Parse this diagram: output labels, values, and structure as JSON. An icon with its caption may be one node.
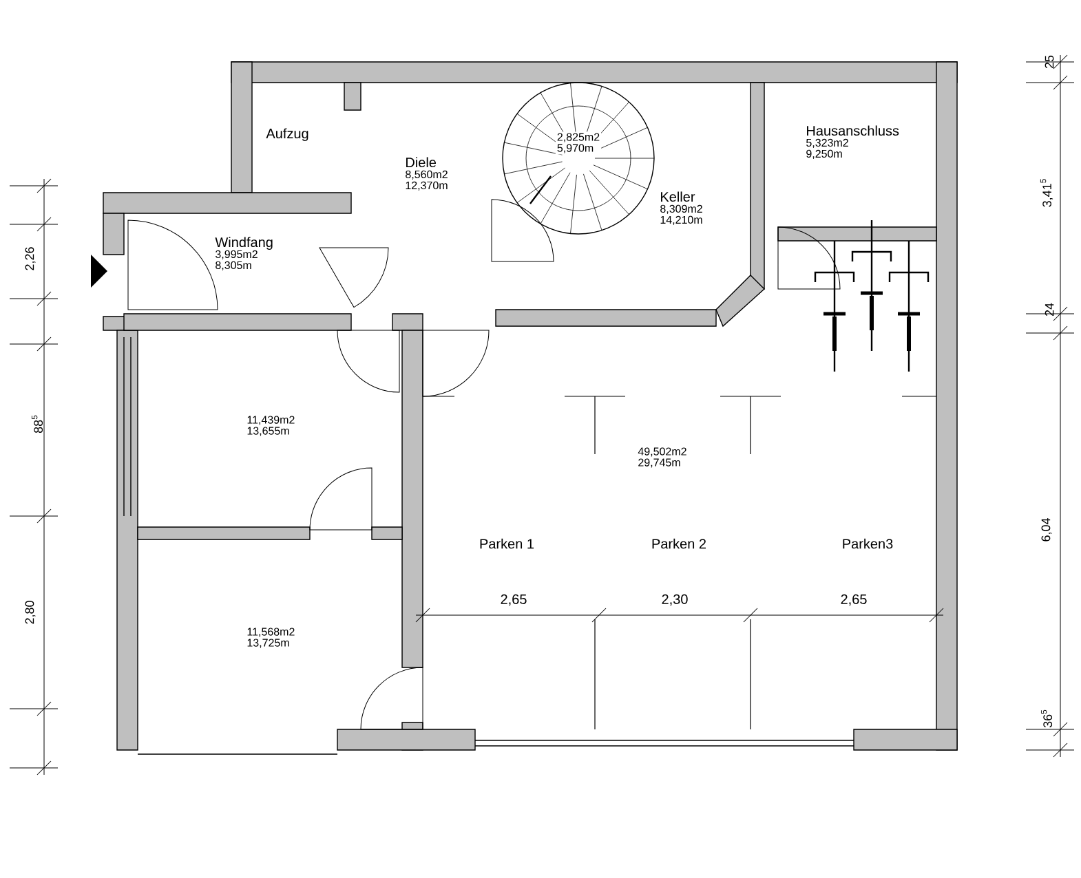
{
  "diagram": {
    "nodes": [
      {
        "text": [
          "Aufzug"
        ]
      },
      {
        "text": [
          "Diele",
          "8,560m2",
          "12,370m"
        ]
      },
      {
        "text": [
          "2,825m2",
          "5,970m"
        ]
      },
      {
        "text": [
          "Keller",
          "8,309m2",
          "14,210m"
        ]
      },
      {
        "text": [
          "Hausanschluss",
          "5,323m2",
          "9,250m"
        ]
      },
      {
        "text": [
          "Windfang",
          "3,995m2",
          "8,305m"
        ]
      },
      {
        "text": [
          "11,439m2",
          "13,655m"
        ]
      },
      {
        "text": [
          "11,568m2",
          "13,725m"
        ]
      },
      {
        "text": [
          "49,502m2",
          "29,745m"
        ]
      }
    ],
    "edges": [],
    "labels": [
      "Parken 1",
      "Parken 2",
      "Parken3",
      "2,65",
      "2,30",
      "2,65",
      "25",
      "3,41$^{5}$",
      "24",
      "6,04",
      "36$^{5}$",
      "2,26",
      "88$^{5}$",
      "2,80"
    ]
  }
}
